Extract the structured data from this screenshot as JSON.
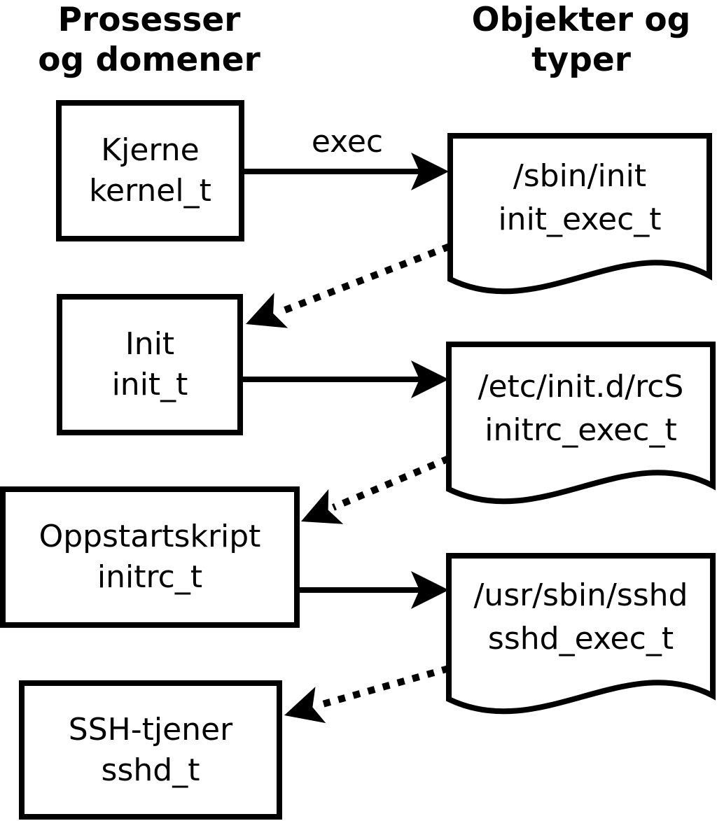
{
  "diagram": {
    "column_headers": {
      "processes": {
        "line1": "Prosesser",
        "line2": "og domener"
      },
      "objects": {
        "line1": "Objekter og",
        "line2": "typer"
      }
    },
    "process_boxes": [
      {
        "label": "Kjerne",
        "type": "kernel_t"
      },
      {
        "label": "Init",
        "type": "init_t"
      },
      {
        "label": "Oppstartskript",
        "type": "initrc_t"
      },
      {
        "label": "SSH-tjener",
        "type": "sshd_t"
      }
    ],
    "object_documents": [
      {
        "path": "/sbin/init",
        "type": "init_exec_t"
      },
      {
        "path": "/etc/init.d/rcS",
        "type": "initrc_exec_t"
      },
      {
        "path": "/usr/sbin/sshd",
        "type": "sshd_exec_t"
      }
    ],
    "edge_label": "exec",
    "colors": {
      "line": "#000000",
      "background": "#ffffff",
      "text": "#000000"
    }
  }
}
